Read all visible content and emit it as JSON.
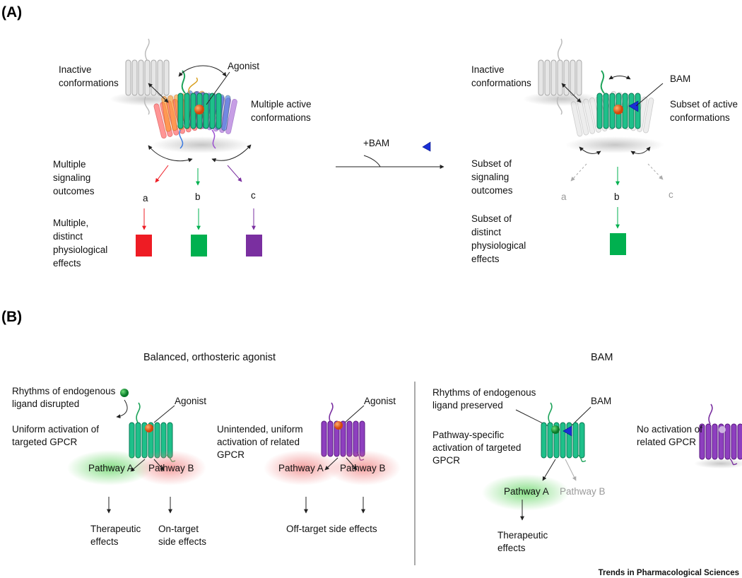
{
  "panelA": {
    "label": "(A)",
    "left": {
      "inactive": [
        "Inactive",
        "conformations"
      ],
      "agonist": "Agonist",
      "active": [
        "Multiple active",
        "conformations"
      ],
      "signaling": [
        "Multiple",
        "signaling",
        "outcomes"
      ],
      "outcomes": [
        "a",
        "b",
        "c"
      ],
      "effects": [
        "Multiple,",
        "distinct",
        "physiological",
        "effects"
      ]
    },
    "transition": "+BAM",
    "right": {
      "inactive": [
        "Inactive",
        "conformations"
      ],
      "bam": "BAM",
      "active": [
        "Subset of active",
        "conformations"
      ],
      "signaling": [
        "Subset of",
        "signaling",
        "outcomes"
      ],
      "outcomes": [
        "a",
        "b",
        "c"
      ],
      "effects": [
        "Subset of",
        "distinct",
        "physiological",
        "effects"
      ]
    },
    "colors": {
      "a": "#ee1c24",
      "b": "#00b04f",
      "c": "#7a2fa0"
    }
  },
  "panelB": {
    "label": "(B)",
    "left_title": "Balanced, orthosteric agonist",
    "right_title": "BAM",
    "agonist1": {
      "rhythm": [
        "Rhythms of endogenous",
        "ligand disrupted"
      ],
      "ligand": "Agonist",
      "activation": [
        "Uniform activation of",
        "targeted GPCR"
      ],
      "pathA": "Pathway A",
      "pathB": "Pathway B",
      "effectA": [
        "Therapeutic",
        "effects"
      ],
      "effectB": [
        "On-target",
        "side effects"
      ]
    },
    "agonist2": {
      "ligand": "Agonist",
      "activation": [
        "Unintended, uniform",
        "activation of related",
        "GPCR"
      ],
      "pathA": "Pathway A",
      "pathB": "Pathway B",
      "effect": "Off-target side effects"
    },
    "bam1": {
      "rhythm": [
        "Rhythms of endogenous",
        "ligand preserved"
      ],
      "ligand": "BAM",
      "activation": [
        "Pathway-specific",
        "activation of targeted",
        "GPCR"
      ],
      "pathA": "Pathway A",
      "pathB": "Pathway B",
      "effectA": [
        "Therapeutic",
        "effects"
      ]
    },
    "bam2": {
      "activation": [
        "No activation of",
        "related GPCR"
      ]
    }
  },
  "credit": "Trends in Pharmacological Sciences"
}
